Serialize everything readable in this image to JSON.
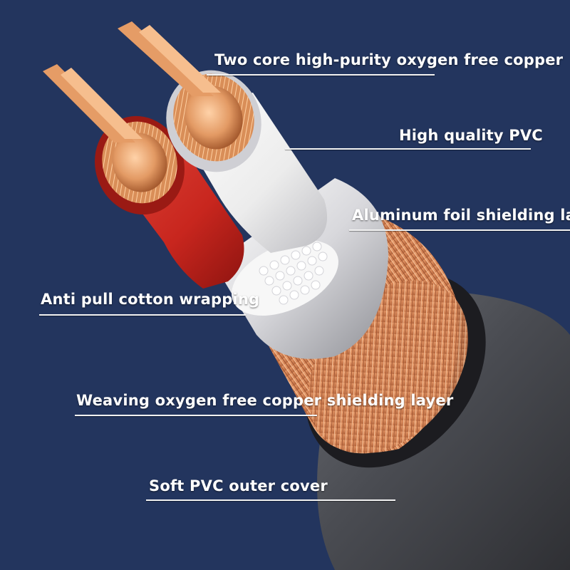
{
  "colors": {
    "background": "#23355e",
    "copper": "#d9895a",
    "red_insulation": "#c8261e",
    "white_insulation": "#f1f1f1",
    "outer_cover": "#4a4c52",
    "label_text": "#ffffff"
  },
  "labels": {
    "core": "Two core high-purity oxygen free copper",
    "insulation": "High quality PVC",
    "foil": "Aluminum foil shielding layer",
    "cotton": "Anti pull cotton wrapping",
    "braid": "Weaving oxygen free copper shielding layer",
    "outer": "Soft PVC outer cover"
  }
}
